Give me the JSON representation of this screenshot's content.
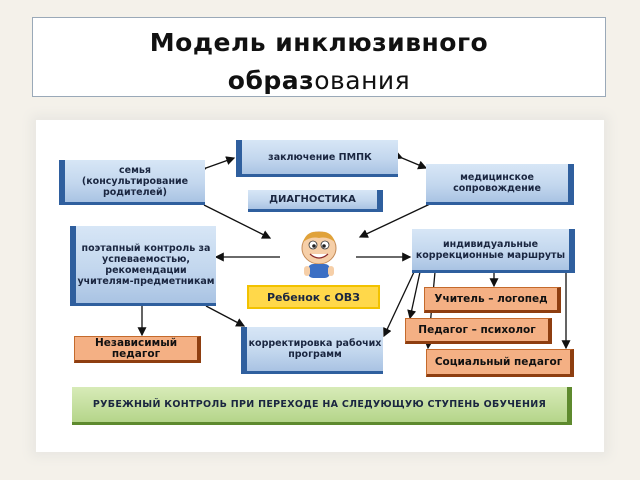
{
  "title": {
    "line1": "Модель инклюзивного",
    "line2_bold": "образ",
    "line2_rest": "ования"
  },
  "nodes": {
    "pmpk": "заключение ПМПК",
    "diagnostics": "ДИАГНОСТИКА",
    "family": "семья (консультирование родителей)",
    "medical": "медицинское сопровождение",
    "stepwise": "поэтапный контроль за успеваемостью, рекомендации учителям-предметникам",
    "routes": "индивидуальные коррекционные маршруты",
    "child": "Ребенок с ОВЗ",
    "teacher_speech": "Учитель – логопед",
    "teacher_psych": "Педагог – психолог",
    "social": "Социальный педагог",
    "independent": "Независимый педагог",
    "correction": "корректировка рабочих программ",
    "milestone": "РУБЕЖНЫЙ КОНТРОЛЬ ПРИ ПЕРЕХОДЕ НА СЛЕДУЮЩУЮ СТУПЕНЬ ОБУЧЕНИЯ"
  },
  "colors": {
    "blue_box": "#c3d7ee",
    "blue_accent": "#2f5f9e",
    "orange_box": "#f4b084",
    "yellow_box": "#ffd84a",
    "green_box": "#b5d58a"
  },
  "icons": {
    "center": "child-icon"
  }
}
